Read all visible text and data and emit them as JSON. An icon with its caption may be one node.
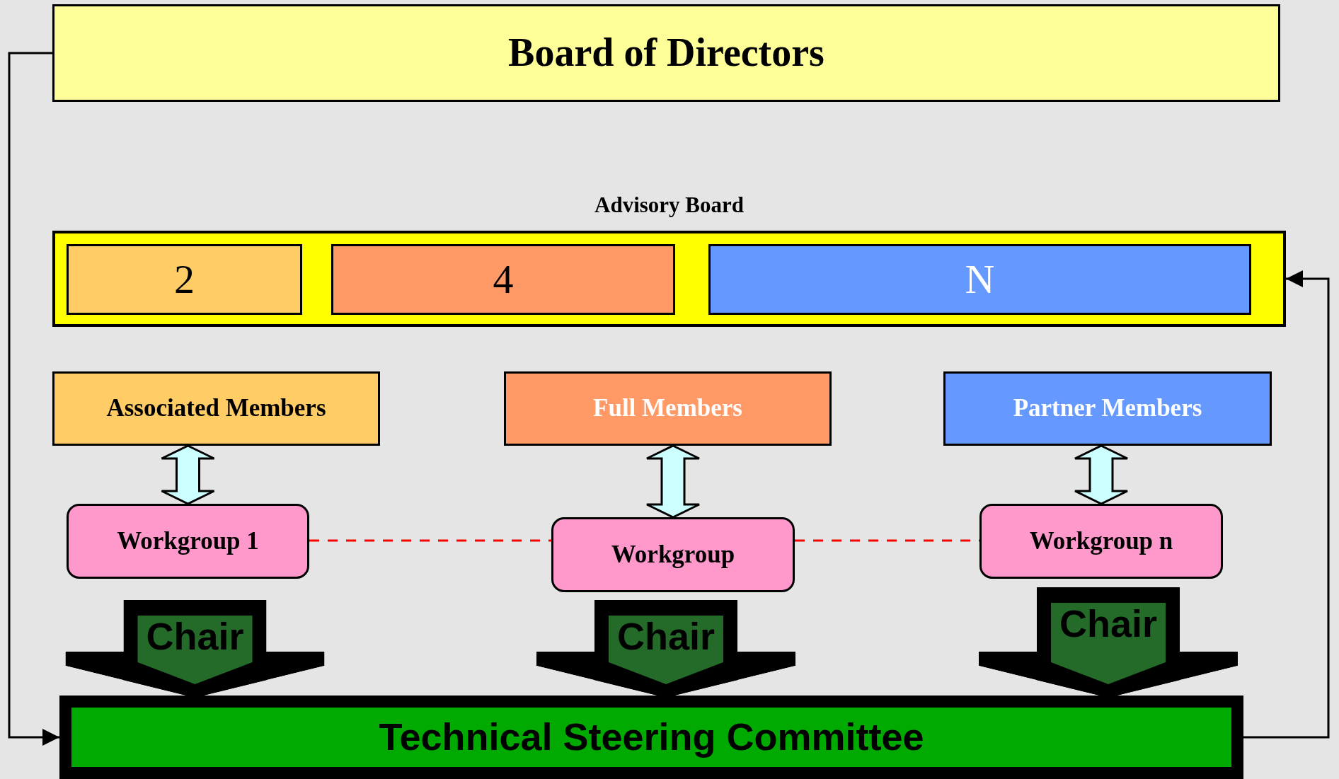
{
  "diagram": {
    "nodes": [
      {
        "text": [
          "Board of Directors"
        ]
      },
      {
        "text": [
          "Advisory Board"
        ]
      },
      {
        "text": [
          "2"
        ],
        "in": 1
      },
      {
        "text": [
          "4"
        ],
        "in": 1
      },
      {
        "text": [
          "N"
        ],
        "in": 1
      },
      {
        "text": [
          "Associated Members"
        ]
      },
      {
        "text": [
          "Full Members"
        ]
      },
      {
        "text": [
          "Partner Members"
        ]
      },
      {
        "text": [
          "Workgroup 1"
        ]
      },
      {
        "text": [
          "Workgroup"
        ]
      },
      {
        "text": [
          "Workgroup n"
        ]
      },
      {
        "text": [
          "Technical Steering Committee"
        ]
      }
    ],
    "edges": [
      {
        "from": 0,
        "to": 11,
        "arrow": "to"
      },
      {
        "from": 11,
        "to": 1,
        "arrow": "to"
      },
      {
        "from": 5,
        "to": 8,
        "arrow": "both",
        "style": "thick",
        "color": "#ccffff"
      },
      {
        "from": 6,
        "to": 9,
        "arrow": "both",
        "style": "thick",
        "color": "#ccffff"
      },
      {
        "from": 7,
        "to": 10,
        "arrow": "both",
        "style": "thick",
        "color": "#ccffff"
      },
      {
        "from": 8,
        "to": 9,
        "arrow": "none",
        "style": "dashed",
        "color": "#ff0000"
      },
      {
        "from": 9,
        "to": 10,
        "arrow": "none",
        "style": "dashed",
        "color": "#ff0000"
      },
      {
        "from": 8,
        "to": 11,
        "arrow": "to",
        "label": "Chair",
        "style": "thick"
      },
      {
        "from": 9,
        "to": 11,
        "arrow": "to",
        "label": "Chair",
        "style": "thick"
      },
      {
        "from": 10,
        "to": 11,
        "arrow": "to",
        "label": "Chair",
        "style": "thick"
      }
    ]
  }
}
